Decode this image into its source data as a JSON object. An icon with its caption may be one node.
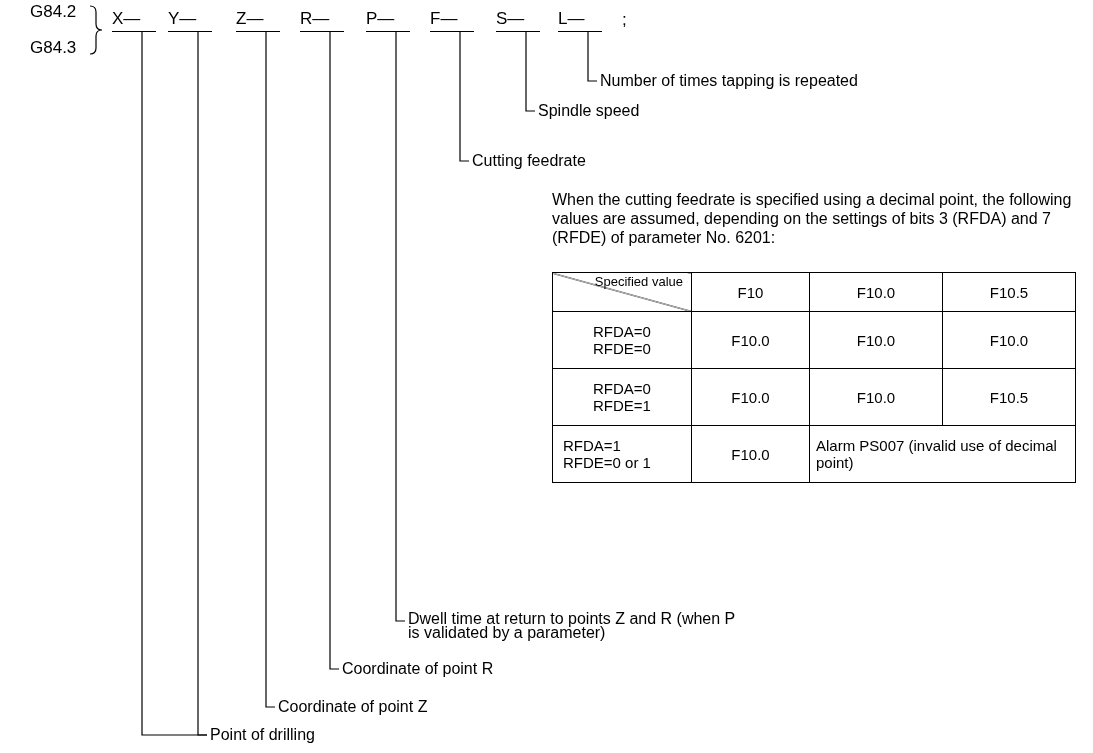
{
  "diagram": {
    "nodes": [
      {
        "text": [
          "X—"
        ]
      },
      {
        "text": [
          "Y—"
        ]
      },
      {
        "text": [
          "Z—"
        ]
      },
      {
        "text": [
          "R—"
        ]
      },
      {
        "text": [
          "P—"
        ]
      },
      {
        "text": [
          "F—"
        ]
      },
      {
        "text": [
          "S—"
        ]
      },
      {
        "text": [
          "L—"
        ]
      },
      {
        "text": [
          "Number of times tapping is repeated"
        ]
      },
      {
        "text": [
          "Spindle speed"
        ]
      },
      {
        "text": [
          "Cutting feedrate"
        ]
      },
      {
        "text": [
          "Dwell time at return to points Z and R (when P is validated by a parameter)"
        ]
      },
      {
        "text": [
          "Coordinate of point R"
        ]
      },
      {
        "text": [
          "Coordinate of point Z"
        ]
      },
      {
        "text": [
          "Point of drilling"
        ]
      }
    ],
    "edges": [
      {
        "from": 8,
        "to": 7,
        "arrow": "none"
      },
      {
        "from": 9,
        "to": 6,
        "arrow": "none"
      },
      {
        "from": 10,
        "to": 5,
        "arrow": "none"
      },
      {
        "from": 11,
        "to": 4,
        "arrow": "none"
      },
      {
        "from": 12,
        "to": 3,
        "arrow": "none"
      },
      {
        "from": 13,
        "to": 2,
        "arrow": "none"
      },
      {
        "from": 14,
        "to": 1,
        "arrow": "none"
      },
      {
        "from": 14,
        "to": 0,
        "arrow": "none"
      }
    ],
    "labels": [
      "G84.2",
      ";",
      "G84.3",
      "When the cutting feedrate is specified using a decimal point, the following values are assumed, depending on the settings of bits 3 (RFDA) and 7 (RFDE) of parameter No. 6201:",
      "Specified value",
      "F10",
      "F10.0",
      "F10.5",
      "RFDA=0 RFDE=0",
      "F10.0",
      "F10.0",
      "F10.0",
      "RFDA=0 RFDE=1",
      "F10.0",
      "F10.0",
      "F10.5",
      "RFDA=1 RFDE=0 or 1",
      "F10.0",
      "Alarm PS007 (invalid use of decimal point)"
    ]
  }
}
